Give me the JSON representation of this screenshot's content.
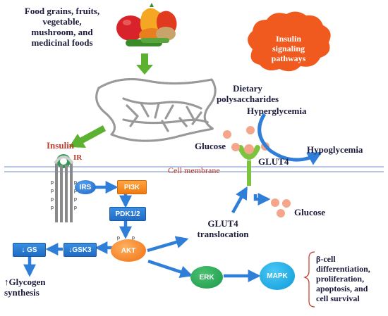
{
  "food": {
    "label": "Food grains, fruits, vegetable, mushroom, and medicinal foods"
  },
  "food_lines": [
    "Food grains, fruits,",
    "vegetable,",
    "mushroom, and",
    "medicinal foods"
  ],
  "polysaccharides": {
    "line1": "Dietary",
    "line2": "polysaccharides"
  },
  "cloud": {
    "line1": "Insulin",
    "line2": "signaling",
    "line3": "pathways"
  },
  "insulin": {
    "label": "Insulin",
    "receptor": "IR"
  },
  "membrane": {
    "label": "Cell membrane"
  },
  "glucose_outside": "Glucose",
  "glucose_inside": "Glucose",
  "glut4": "GLUT4",
  "glut4_translocation": {
    "line1": "GLUT4",
    "line2": "translocation"
  },
  "hyperglycemia": "Hyperglycemia",
  "hypoglycemia": "Hypoglycemia",
  "nodes": {
    "irs": "IRS",
    "pi3k": "PI3K",
    "pdk": "PDK1/2",
    "akt": "AKT",
    "gsk3": "↓GSK3",
    "gs": "↓ GS",
    "erk": "ERK",
    "mapk": "MAPK"
  },
  "phospho": "p",
  "glycogen": {
    "line1": "↑Glycogen",
    "line2": "synthesis"
  },
  "outcomes": {
    "line1": "β-cell",
    "line2": "differentiation,",
    "line3": "proliferation,",
    "line4": "apoptosis, and",
    "line5": "cell survival"
  },
  "colors": {
    "arrow_green": "#5cb130",
    "arrow_blue": "#2f7fd8",
    "membrane": "#9fb3d8",
    "cloud": "#f05a1e",
    "insulin_red": "#c0392b"
  }
}
